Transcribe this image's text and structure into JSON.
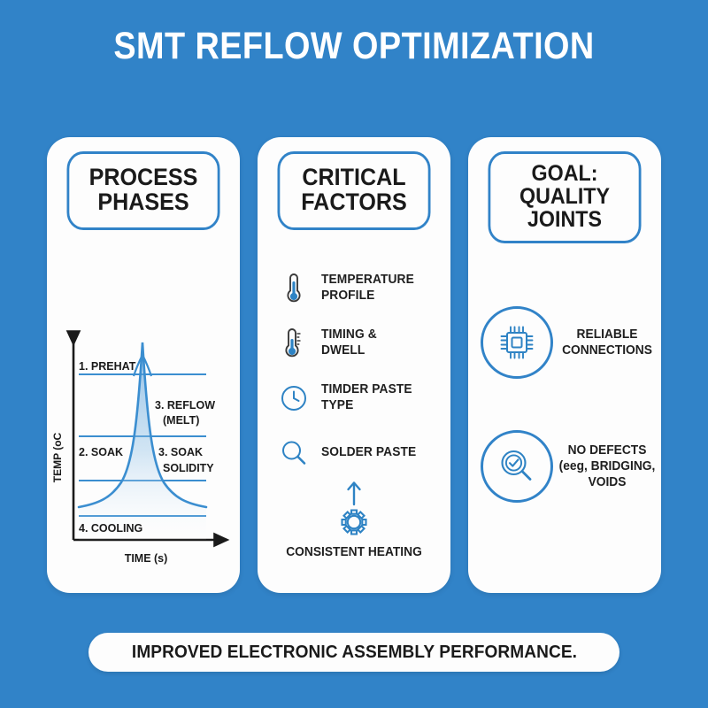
{
  "title": "SMT REFLOW OPTIMIZATION",
  "colors": {
    "background": "#3183c8",
    "accent": "#3183c8",
    "panel": "#fdfdfd",
    "text": "#1a1a1a",
    "curve": "#3b8ed0"
  },
  "panels": {
    "process": {
      "header_line1": "PROCESS",
      "header_line2": "PHASES"
    },
    "critical": {
      "header_line1": "CRITICAL",
      "header_line2": "FACTORS",
      "factors": [
        {
          "icon": "thermometer-icon",
          "line1": "TEMPERATURE",
          "line2": "PROFILE"
        },
        {
          "icon": "thermometer-scale-icon",
          "line1": "TIMING &",
          "line2": "DWELL"
        },
        {
          "icon": "clock-icon",
          "line1": "TIMDER PASTE",
          "line2": "TYPE"
        },
        {
          "icon": "magnifier-icon",
          "line1": "SOLDER PASTE",
          "line2": ""
        }
      ],
      "consistent": {
        "icon": "gear-up-arrow-icon",
        "label": "CONSISTENT HEATING"
      }
    },
    "goal": {
      "header_line1": "GOAL:",
      "header_line2": "QUALITY",
      "header_line3": "JOINTS",
      "items": [
        {
          "icon": "chip-icon",
          "line1": "RELIABLE",
          "line2": "CONNECTIONS",
          "line3": ""
        },
        {
          "icon": "magnifier-check-icon",
          "line1": "NO DEFECTS",
          "line2": "(eeg, BRIDGING,",
          "line3": "VOIDS"
        }
      ]
    }
  },
  "footer": "IMPROVED ELECTRONIC ASSEMBLY PERFORMANCE.",
  "chart_data": {
    "type": "area",
    "title": "",
    "xlabel": "TIME (s)",
    "ylabel": "TEMP (oC",
    "grid": true,
    "legend_position": "none",
    "xlim": [
      0,
      100
    ],
    "ylim": [
      0,
      100
    ],
    "gridlines": [
      {
        "label": "1. PREHAT",
        "y": 72
      },
      {
        "label": "2. SOAK",
        "y": 44
      },
      {
        "label": "3. SOAK SOLIDITY",
        "y": 28
      },
      {
        "label": "4. COOLING",
        "y": 12
      }
    ],
    "annotations": [
      {
        "text": "1. PREHAT",
        "x": 12,
        "y": 75
      },
      {
        "text": "3. REFLOW",
        "x": 68,
        "y": 60
      },
      {
        "text": "(MELT)",
        "x": 70,
        "y": 54
      },
      {
        "text": "2. SOAK",
        "x": 12,
        "y": 40
      },
      {
        "text": "3. SOAK",
        "x": 70,
        "y": 40
      },
      {
        "text": "SOLIDITY",
        "x": 72,
        "y": 34
      },
      {
        "text": "4. COOLING",
        "x": 12,
        "y": 8
      }
    ],
    "x": [
      0,
      6,
      12,
      18,
      24,
      30,
      36,
      42,
      46,
      50,
      54,
      58,
      64,
      70,
      76,
      82,
      88,
      94,
      100
    ],
    "y": [
      9,
      10,
      12,
      15,
      19,
      26,
      38,
      62,
      82,
      100,
      82,
      62,
      38,
      26,
      19,
      15,
      12,
      10,
      9
    ],
    "series": [
      {
        "name": "Reflow temperature profile",
        "values": [
          9,
          10,
          12,
          15,
          19,
          26,
          38,
          62,
          82,
          100,
          82,
          62,
          38,
          26,
          19,
          15,
          12,
          10,
          9
        ]
      }
    ]
  }
}
